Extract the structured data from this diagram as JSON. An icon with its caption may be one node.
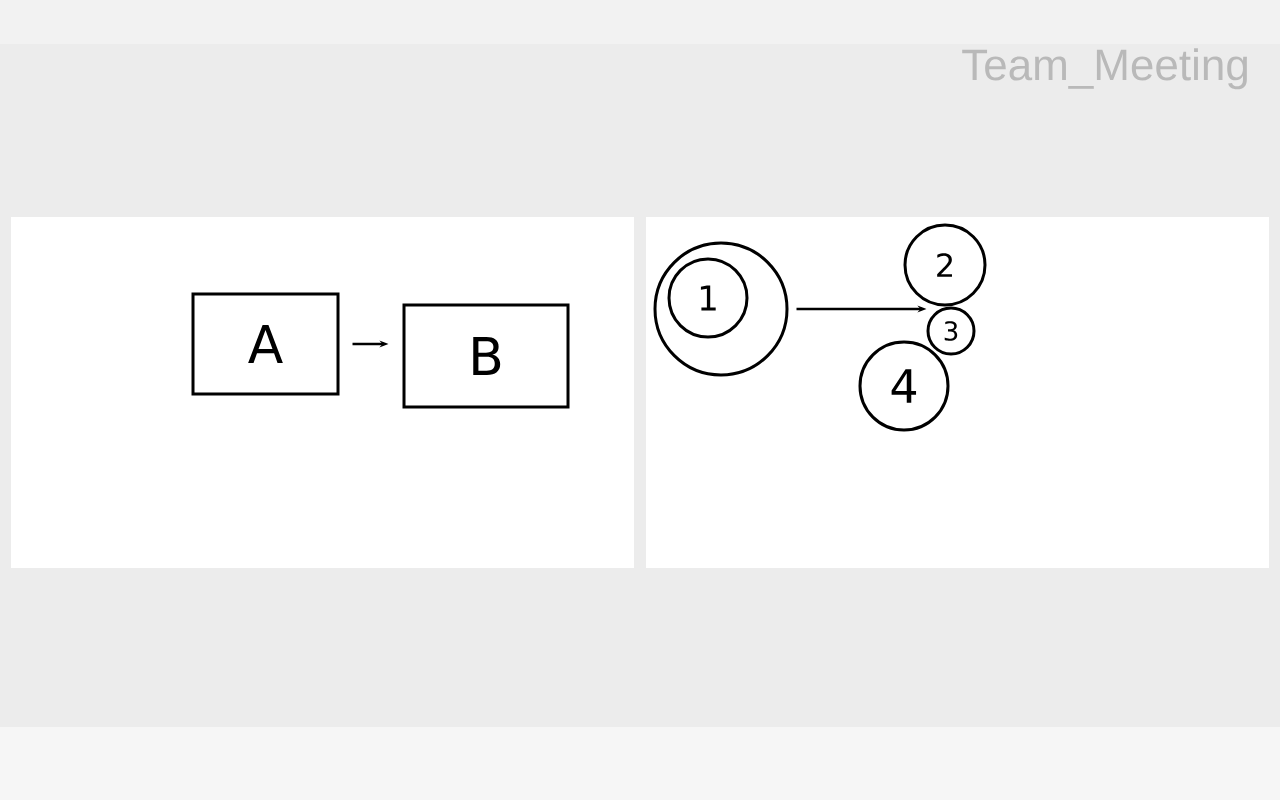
{
  "diagram": {
    "title": "Team_Meeting",
    "nodes": [
      {
        "text": [
          "A"
        ]
      },
      {
        "text": [
          "B"
        ]
      },
      {
        "text": [],
        "shape": "circle"
      },
      {
        "text": [
          "1"
        ],
        "in": 2
      },
      {
        "text": [
          "2"
        ]
      },
      {
        "text": [
          "3"
        ]
      },
      {
        "text": [
          "4"
        ]
      }
    ],
    "edges": [
      {
        "from": 0,
        "to": 1,
        "arrow": "to"
      },
      {
        "from": 2,
        "to": 5,
        "arrow": "to"
      }
    ]
  }
}
